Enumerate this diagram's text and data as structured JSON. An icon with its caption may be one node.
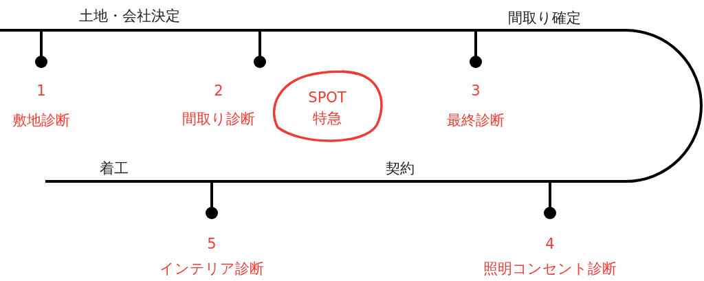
{
  "diagram": {
    "nodes": [
      {
        "text": [
          "SPOT 特急"
        ]
      }
    ],
    "labels": [
      "土地・会社決定",
      "間取り確定",
      "1",
      "敷地診断",
      "2",
      "間取り診断",
      "3",
      "最終診断",
      "着工",
      "契約",
      "5",
      "インテリア診断",
      "4",
      "照明コンセント診断"
    ]
  }
}
